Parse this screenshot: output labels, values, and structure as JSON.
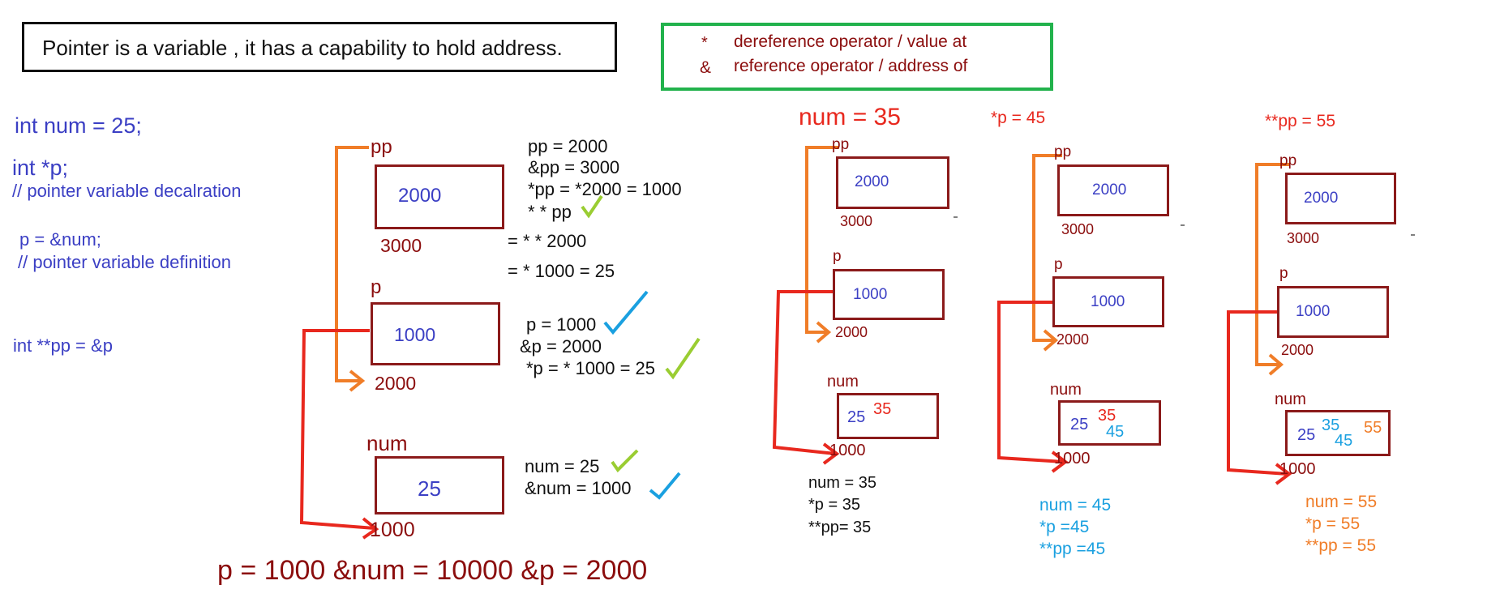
{
  "header": {
    "definition": "Pointer is a variable , it has a capability to hold address.",
    "operators": [
      {
        "symbol": "*",
        "meaning": "dereference operator / value at"
      },
      {
        "symbol": "&",
        "meaning": "reference operator / address of"
      }
    ]
  },
  "code": {
    "line1": "int num = 25;",
    "line2": "int *p;",
    "comment1": "// pointer variable decalration",
    "line3": "p = &num;",
    "comment2": "// pointer variable definition",
    "line4": "int **pp = &p"
  },
  "main_diagram": {
    "pp": {
      "name": "pp",
      "value": "2000",
      "address": "3000"
    },
    "p": {
      "name": "p",
      "value": "1000",
      "address": "2000"
    },
    "num": {
      "name": "num",
      "value": "25",
      "address": "1000"
    },
    "pp_notes": [
      "pp = 2000",
      "&pp = 3000",
      "*pp = *2000 = 1000",
      "* * pp",
      "= * * 2000",
      "= * 1000 = 25"
    ],
    "p_notes": [
      "p = 1000",
      "&p = 2000",
      "*p = * 1000 = 25"
    ],
    "num_notes": [
      "num = 25",
      "&num = 1000"
    ],
    "footer": "p = 1000 &num = 10000 &p = 2000"
  },
  "panels": [
    {
      "title": "num = 35",
      "pp": {
        "name": "pp",
        "value": "2000",
        "address": "3000"
      },
      "p": {
        "name": "p",
        "value": "1000",
        "address": "2000"
      },
      "num": {
        "name": "num",
        "old": "25",
        "new": [
          "35"
        ],
        "address": "1000"
      },
      "results": [
        "num = 35",
        "*p = 35",
        "**pp= 35"
      ]
    },
    {
      "title": "*p = 45",
      "pp": {
        "name": "pp",
        "value": "2000",
        "address": "3000"
      },
      "p": {
        "name": "p",
        "value": "1000",
        "address": "2000"
      },
      "num": {
        "name": "num",
        "old": "25",
        "new": [
          "35",
          "45"
        ],
        "address": "1000"
      },
      "results": [
        "num = 45",
        "*p =45",
        "**pp =45"
      ]
    },
    {
      "title": "**pp = 55",
      "pp": {
        "name": "pp",
        "value": "2000",
        "address": "3000"
      },
      "p": {
        "name": "p",
        "value": "1000",
        "address": "2000"
      },
      "num": {
        "name": "num",
        "old": "25",
        "new": [
          "35",
          "45",
          "55"
        ],
        "address": "1000"
      },
      "results": [
        "num = 55",
        "*p = 55",
        "**pp = 55"
      ]
    }
  ],
  "colors": {
    "box_border": "#8b1a1a",
    "code_blue": "#3b3fc4",
    "arrow_red": "#e8281e",
    "arrow_orange": "#f07d28",
    "check_green": "#9acd32",
    "check_blue": "#1aa0e0",
    "header_green": "#22b24c"
  },
  "icons": [
    "check-mark-icon",
    "strike-through-icon"
  ]
}
